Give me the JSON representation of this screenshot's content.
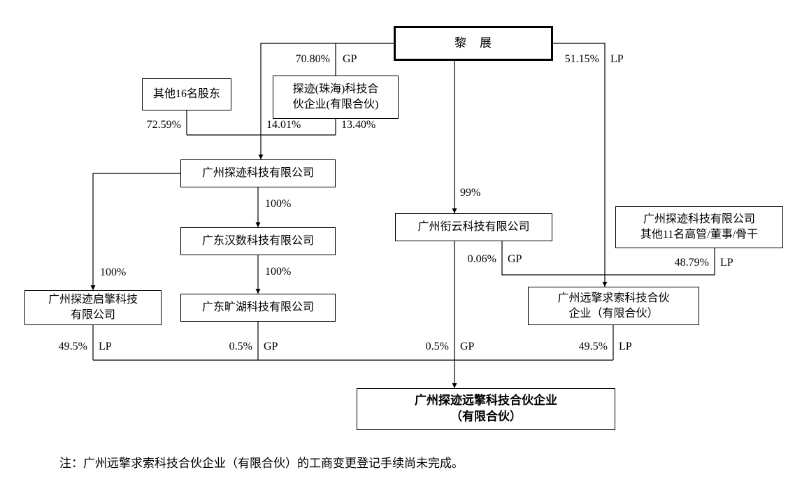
{
  "entities": {
    "lizhan": {
      "label": "黎　展"
    },
    "other16": {
      "label": "其他16名股东"
    },
    "tanji_zhuhai": {
      "label": "探迹(珠海)科技合\n伙企业(有限合伙)"
    },
    "gz_tanji": {
      "label": "广州探迹科技有限公司"
    },
    "gd_hanshu": {
      "label": "广东汉数科技有限公司"
    },
    "gd_kuanghu": {
      "label": "广东旷湖科技有限公司"
    },
    "qiqing": {
      "label": "广州探迹启擎科技\n有限公司"
    },
    "xianyun": {
      "label": "广州衔云科技有限公司"
    },
    "execs11": {
      "label": "广州探迹科技有限公司\n其他11名高管/董事/骨干"
    },
    "yqqs": {
      "label": "广州远擎求索科技合伙\n企业（有限合伙）"
    },
    "tanyuan": {
      "label": "广州探迹远擎科技合伙企业\n（有限合伙）"
    }
  },
  "edges": {
    "lizhan_tanjizhuhai": {
      "pct": "70.80%",
      "role": "GP"
    },
    "other16_gztanji": {
      "pct": "72.59%"
    },
    "lizhan_gztanji": {
      "pct": "14.01%"
    },
    "tanjizhuhai_gztanji": {
      "pct": "13.40%"
    },
    "gztanji_hanshu": {
      "pct": "100%"
    },
    "hanshu_kuanghu": {
      "pct": "100%"
    },
    "gztanji_qiqing": {
      "pct": "100%"
    },
    "lizhan_xianyun": {
      "pct": "99%"
    },
    "lizhan_yqqs": {
      "pct": "51.15%",
      "role": "LP"
    },
    "xianyun_yqqs": {
      "pct": "0.06%",
      "role": "GP"
    },
    "execs_yqqs": {
      "pct": "48.79%",
      "role": "LP"
    },
    "qiqing_tanyuan": {
      "pct": "49.5%",
      "role": "LP"
    },
    "kuanghu_tanyuan": {
      "pct": "0.5%",
      "role": "GP"
    },
    "xianyun_tanyuan": {
      "pct": "0.5%",
      "role": "GP"
    },
    "yqqs_tanyuan": {
      "pct": "49.5%",
      "role": "LP"
    }
  },
  "note": "注：广州远擎求索科技合伙企业（有限合伙）的工商变更登记手续尚未完成。"
}
